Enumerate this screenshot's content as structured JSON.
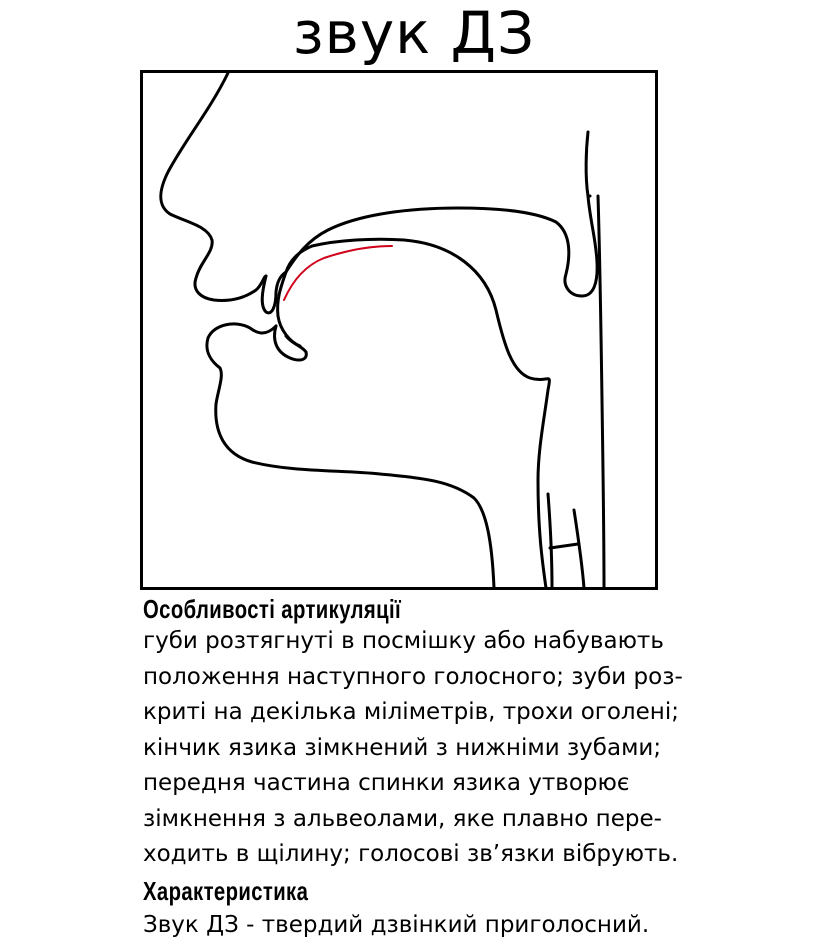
{
  "title": "звук ДЗ",
  "articulation": {
    "heading": "Особливості артикуляції",
    "lines": [
      "губи розтягнуті в посмішку або набувають",
      "положення наступного голосного; зуби роз-",
      "криті на декілька міліметрів, трохи оголені;",
      "кінчик язика зімкнений з нижніми зубами;",
      "передня частина спинки язика утворює",
      "зімкнення з альвеолами, яке плавно пере-",
      "ходить в щілину; голосові зв’язки вібрують."
    ]
  },
  "characteristic": {
    "heading": "Характеристика",
    "text": "Звук ДЗ - твердий дзвінкий приголосний."
  },
  "colors": {
    "outline": "#000000",
    "articulation_highlight": "#d0021b"
  }
}
